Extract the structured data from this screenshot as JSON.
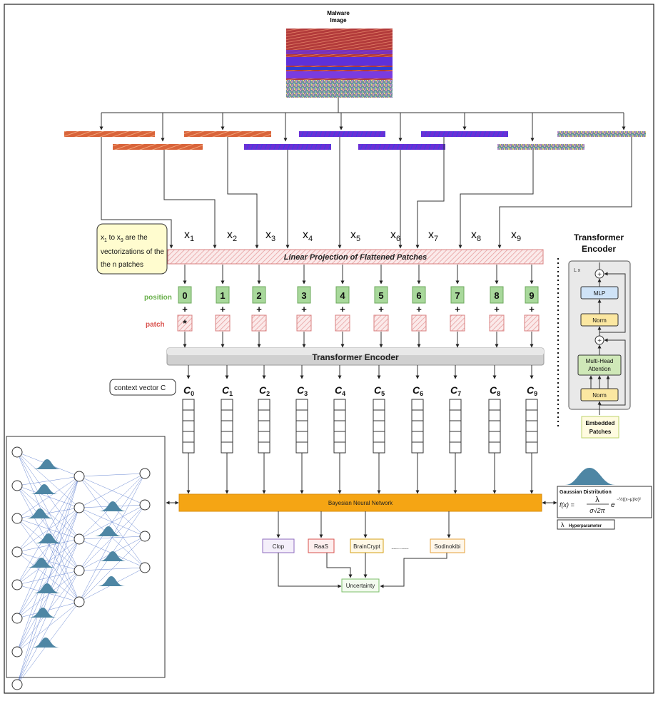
{
  "malware_image": {
    "label_line1": "Malware",
    "label_line2": "Image"
  },
  "vector_labels": [
    "x",
    "x",
    "x",
    "x",
    "x",
    "x",
    "x",
    "x",
    "x"
  ],
  "vector_subs": [
    "1",
    "2",
    "3",
    "4",
    "5",
    "6",
    "7",
    "8",
    "9"
  ],
  "note": {
    "line1_a": "x",
    "line1_sub1": "1",
    "line1_b": " to x",
    "line1_sub2": "9",
    "line1_c": " are the",
    "line2": "vectorizations of the",
    "line3": "the n patches"
  },
  "linear_projection": "Linear Projection of Flattened Patches",
  "position_label": "position",
  "patch_label": "patch",
  "position_values": [
    "0",
    "1",
    "2",
    "3",
    "4",
    "5",
    "6",
    "7",
    "8",
    "9"
  ],
  "plus": "+",
  "class_token": "*",
  "transformer_bar": "Transformer Encoder",
  "context_label": "context vector C",
  "context_letter": "C",
  "context_subs": [
    "0",
    "1",
    "2",
    "3",
    "4",
    "5",
    "6",
    "7",
    "8",
    "9"
  ],
  "bnn_label": "Bayesian Neural Network",
  "classes": [
    {
      "label": "Clop",
      "border": "#8e6bbf",
      "fill": "#f4effa"
    },
    {
      "label": "RaaS",
      "border": "#d9534f",
      "fill": "#fdeeee"
    },
    {
      "label": "BrainCrypt",
      "border": "#d4a017",
      "fill": "#fff8e6"
    },
    {
      "label": "Sodinokibi",
      "border": "#e6a23c",
      "fill": "#fff7ea"
    }
  ],
  "ellipsis": ".........",
  "uncertainty": "Uncertainty",
  "gaussian": {
    "title": "Gaussian Distribution",
    "fx": "f(x) =",
    "numer": "λ",
    "denom": "σ√2π",
    "exp_e": "e",
    "exponent": "−½((x−μ)/σ)²"
  },
  "hyperparameter": {
    "symbol": "λ",
    "text": "Hyperparameter"
  },
  "encoder_panel": {
    "title_line1": "Transformer",
    "title_line2": "Encoder",
    "lx": "L x",
    "mlp": "MLP",
    "norm_top": "Norm",
    "mha_line1": "Multi-Head",
    "mha_line2": "Attention",
    "norm_bottom": "Norm",
    "plus": "+",
    "embedded_line1": "Embedded",
    "embedded_line2": "Patches"
  },
  "colors": {
    "orange_bar": "#f5a514",
    "green_box": "#a8d89b",
    "patch_red": "#e07b7b",
    "gauss_blue": "#4e86a4",
    "net_line": "#3b63c4",
    "mlp_blue": "#cfe3f7",
    "norm_yellow": "#fbe7a1",
    "mha_green": "#cfe8b8"
  }
}
